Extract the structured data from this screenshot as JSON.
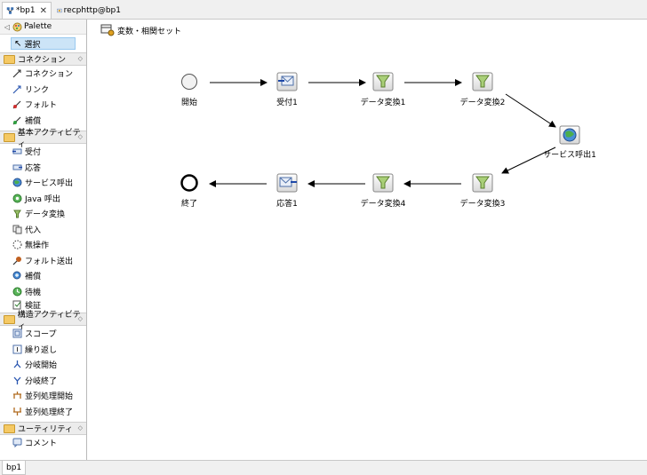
{
  "tabs": [
    {
      "label": "*bp1",
      "active": true
    },
    {
      "label": "recphttp@bp1",
      "active": false
    }
  ],
  "palette": {
    "title": "Palette",
    "select_label": "選択",
    "drawers": [
      {
        "label": "コネクション",
        "items": [
          "コネクション",
          "リンク",
          "フォルト",
          "補償"
        ]
      },
      {
        "label": "基本アクティビティ",
        "items": [
          "受付",
          "応答",
          "サービス呼出",
          "Java 呼出",
          "データ変換",
          "代入",
          "無操作",
          "フォルト送出",
          "補償",
          "待機",
          "検証"
        ]
      },
      {
        "label": "構造アクティビティ",
        "items": [
          "スコープ",
          "繰り返し",
          "分岐開始",
          "分岐終了",
          "並列処理開始",
          "並列処理終了"
        ]
      },
      {
        "label": "ユーティリティ",
        "items": [
          "コメント"
        ]
      }
    ]
  },
  "canvas": {
    "variables_label": "変数・相関セット",
    "nodes": {
      "start": "開始",
      "receive1": "受付1",
      "transform1": "データ変換1",
      "transform2": "データ変換2",
      "invoke1": "サービス呼出1",
      "transform3": "データ変換3",
      "transform4": "データ変換4",
      "reply1": "応答1",
      "end": "終了"
    }
  },
  "bottom_tab": "bp1",
  "colors": {
    "selection": "#cce4f7",
    "folder": "#f5c964"
  }
}
